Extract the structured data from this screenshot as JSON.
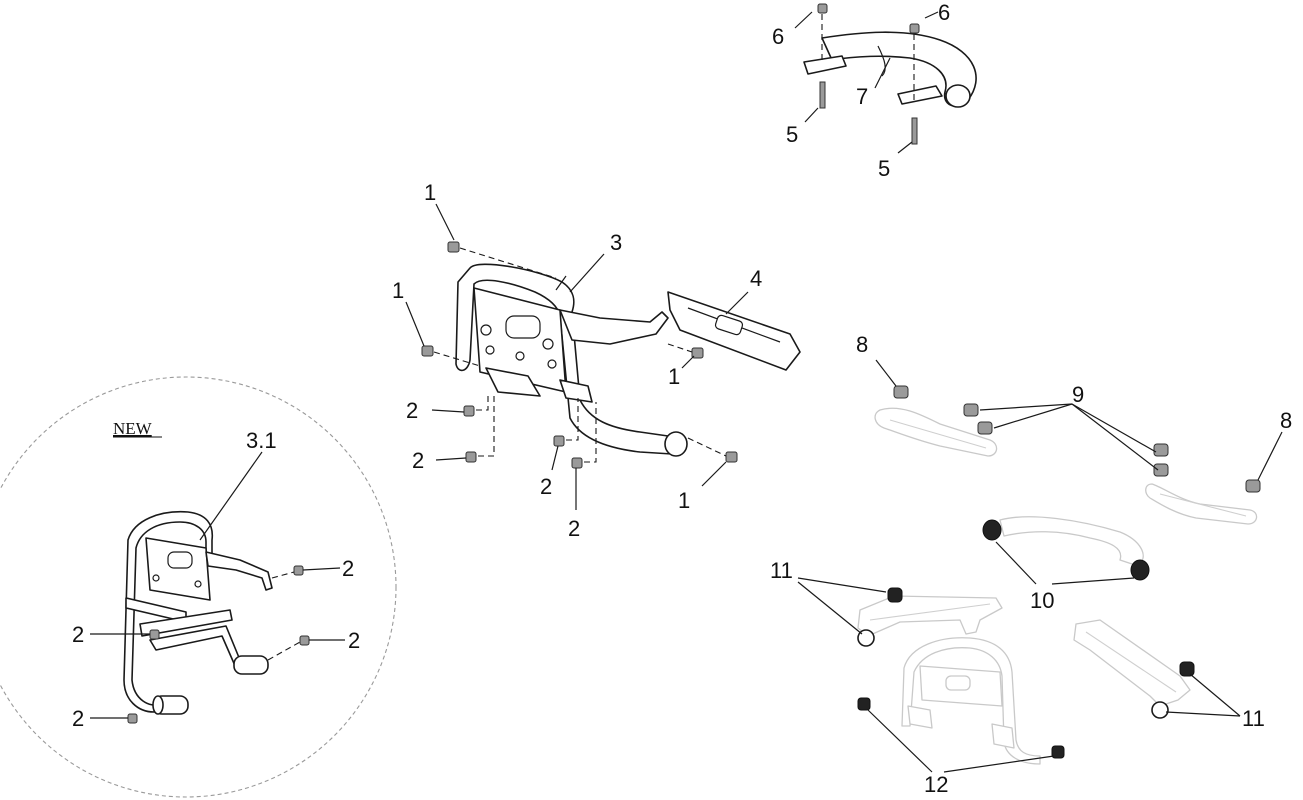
{
  "detail": {
    "label": "NEW"
  },
  "callouts": {
    "c1a": "1",
    "c1b": "1",
    "c1c": "1",
    "c1d": "1",
    "c2a": "2",
    "c2b": "2",
    "c2c": "2",
    "c2d": "2",
    "c2e": "2",
    "c2f": "2",
    "c2g": "2",
    "c3": "3",
    "c31": "3.1",
    "c4": "4",
    "c5a": "5",
    "c5b": "5",
    "c6a": "6",
    "c6b": "6",
    "c7": "7",
    "c8a": "8",
    "c8b": "8",
    "c9": "9",
    "c10": "10",
    "c11a": "11",
    "c11b": "11",
    "c12": "12"
  }
}
